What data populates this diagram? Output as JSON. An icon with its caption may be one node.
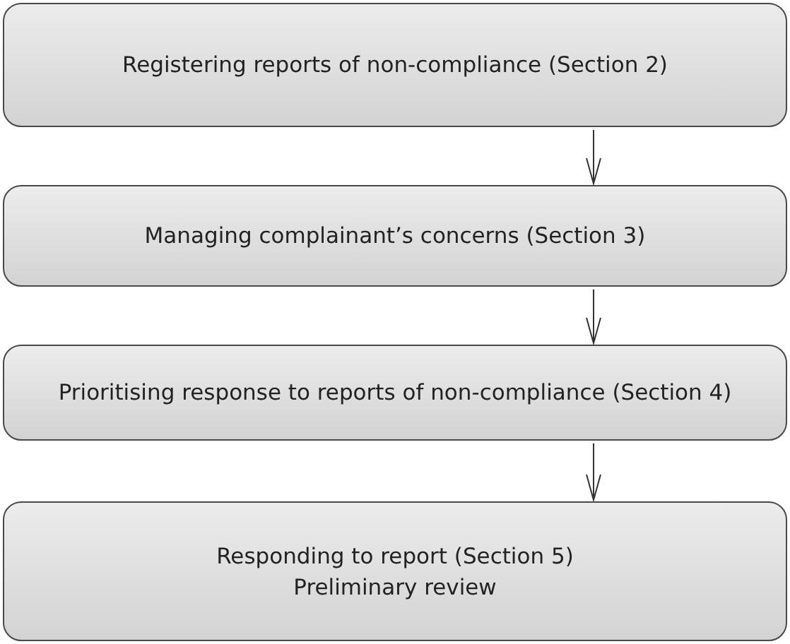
{
  "diagram": {
    "nodes": [
      {
        "text": [
          "Registering reports of non-compliance (Section 2)"
        ]
      },
      {
        "text": [
          "Managing complainant’s concerns (Section 3)"
        ]
      },
      {
        "text": [
          "Prioritising response to reports of non-compliance (Section 4)"
        ]
      },
      {
        "text": [
          "Responding to report (Section 5)",
          "Preliminary review"
        ]
      }
    ],
    "edges": [
      {
        "from": 0,
        "to": 1,
        "arrow": "to"
      },
      {
        "from": 1,
        "to": 2,
        "arrow": "to"
      },
      {
        "from": 2,
        "to": 3,
        "arrow": "to"
      }
    ]
  }
}
